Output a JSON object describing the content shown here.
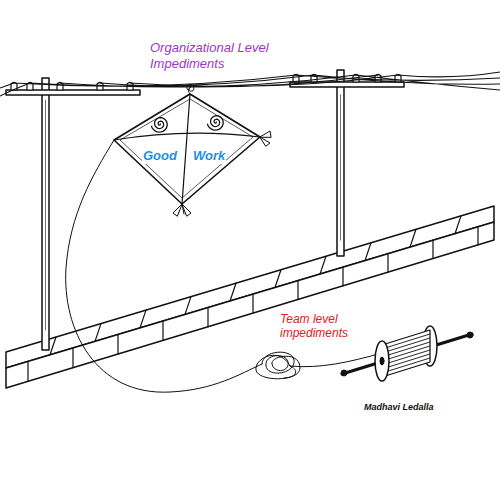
{
  "diagram": {
    "nodes": [
      {
        "text": [
          "Good",
          "Work"
        ]
      }
    ],
    "labels": [
      "Organizational Level Impediments",
      "Team level impediments",
      "Madhavi Ledalla"
    ]
  }
}
